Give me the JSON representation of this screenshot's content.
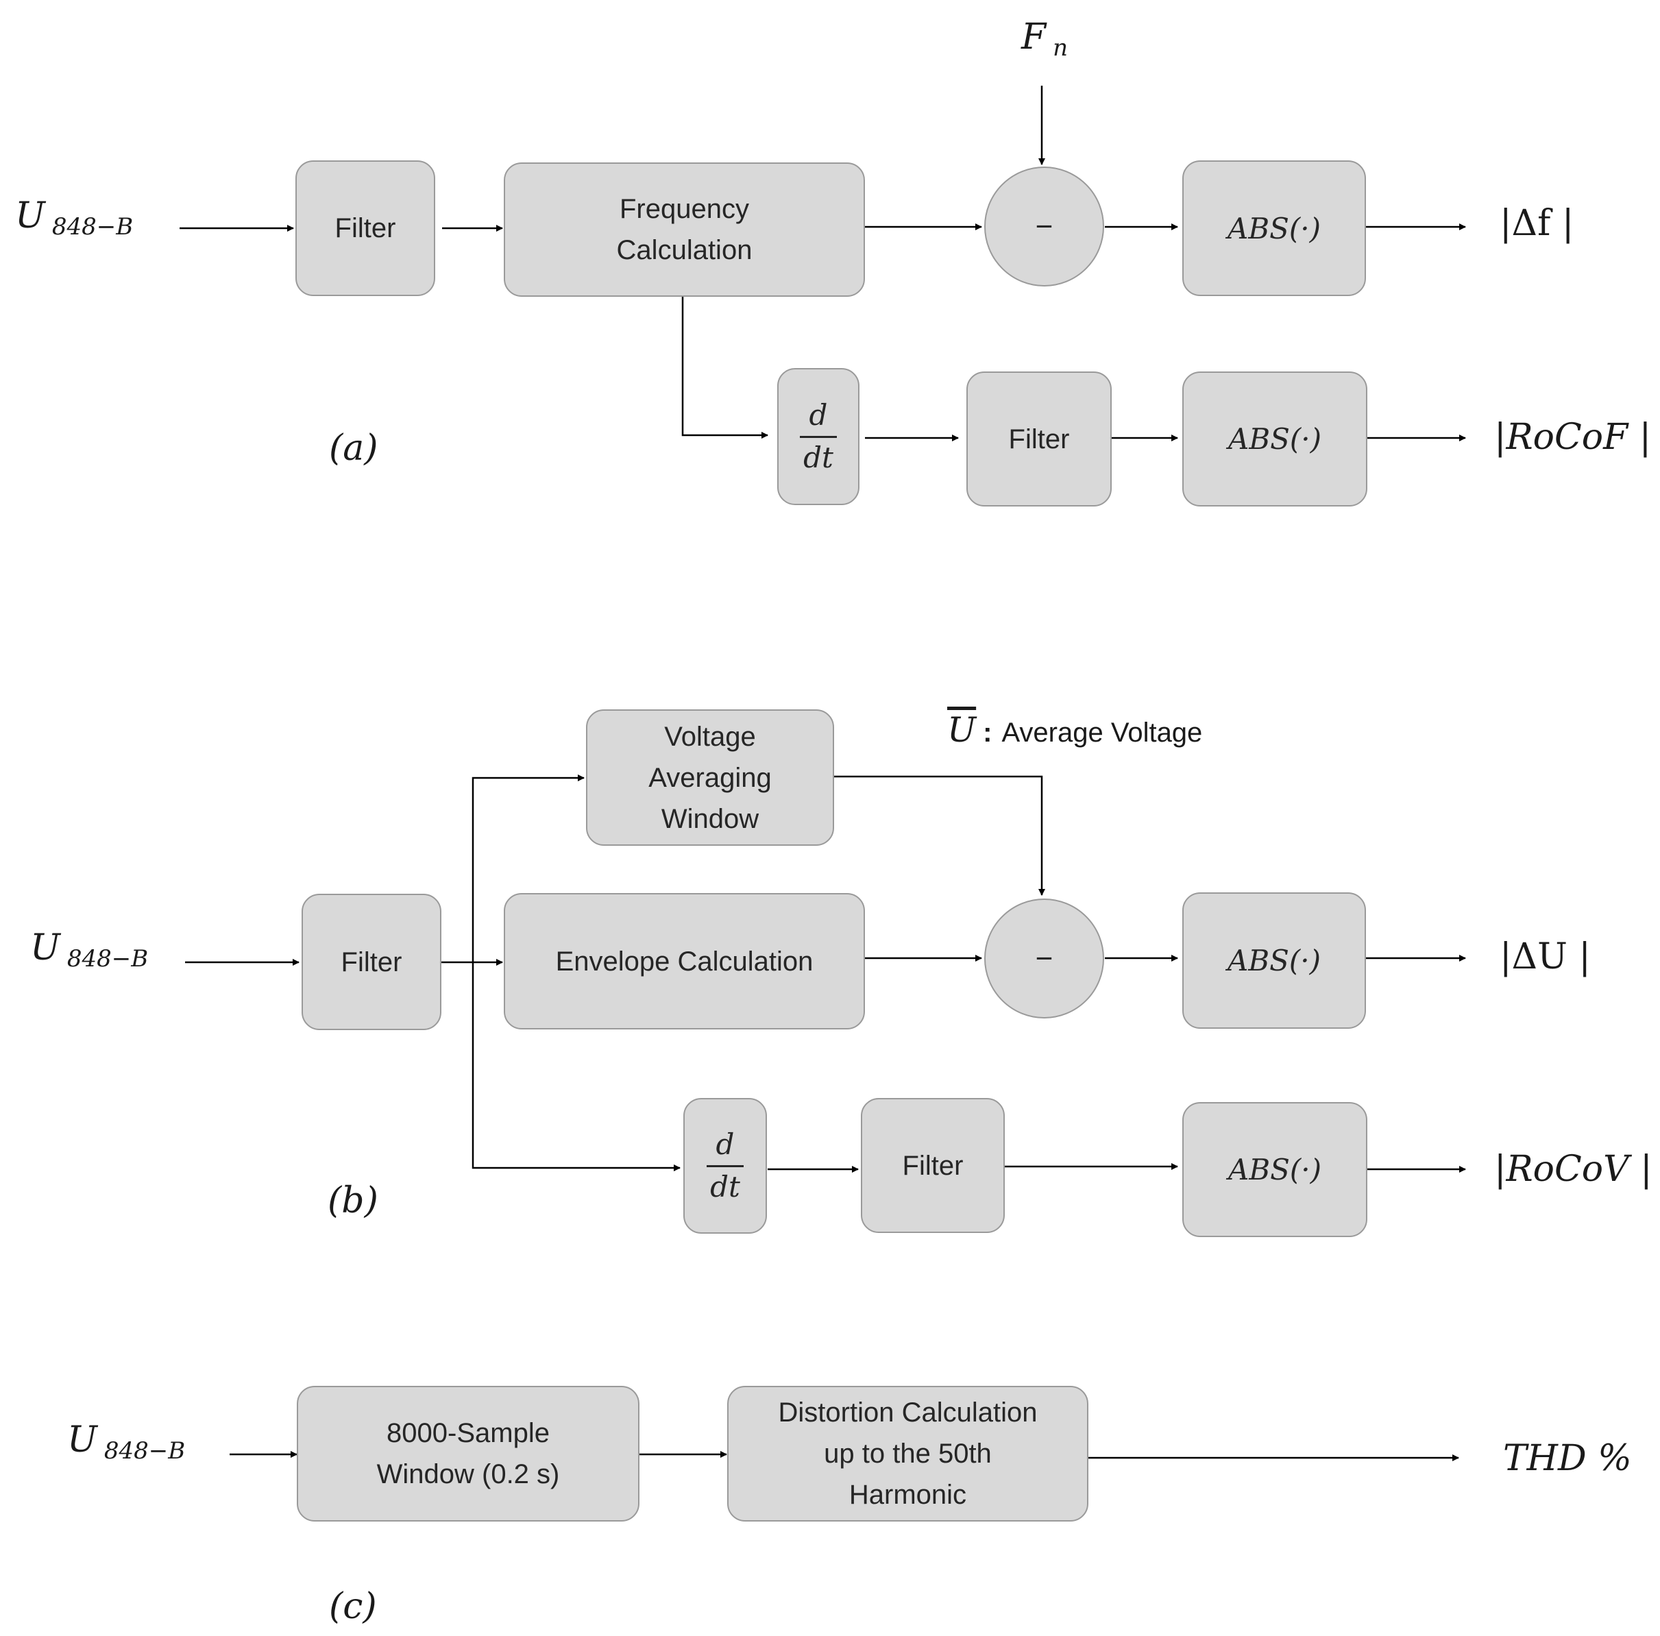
{
  "panel_a": {
    "panel_label": "(a)",
    "input": {
      "symbol": "U",
      "subscript": "848−B"
    },
    "reference": {
      "symbol": "F",
      "subscript": "n"
    },
    "filter_1": "Filter",
    "frequency_calc": "Frequency\nCalculation",
    "subtract": "−",
    "abs_1": "ABS(·)",
    "deriv": {
      "num": "d",
      "den": "dt"
    },
    "filter_2": "Filter",
    "abs_2": "ABS(·)",
    "output_1": "|Δf |",
    "output_2": "|RoCoF |"
  },
  "panel_b": {
    "panel_label": "(b)",
    "input": {
      "symbol": "U",
      "subscript": "848−B"
    },
    "filter_1": "Filter",
    "voltage_avg": "Voltage\nAveraging\nWindow",
    "avg_note": {
      "symbol": "U",
      "colon": ":",
      "text": "Average Voltage"
    },
    "envelope": "Envelope Calculation",
    "subtract": "−",
    "abs_1": "ABS(·)",
    "deriv": {
      "num": "d",
      "den": "dt"
    },
    "filter_2": "Filter",
    "abs_2": "ABS(·)",
    "output_1": "|ΔU |",
    "output_2": "|RoCoV |"
  },
  "panel_c": {
    "panel_label": "(c)",
    "input": {
      "symbol": "U",
      "subscript": "848−B"
    },
    "window": "8000-Sample\nWindow (0.2 s)",
    "distortion": "Distortion Calculation\nup to the 50th\nHarmonic",
    "output": "THD %"
  }
}
